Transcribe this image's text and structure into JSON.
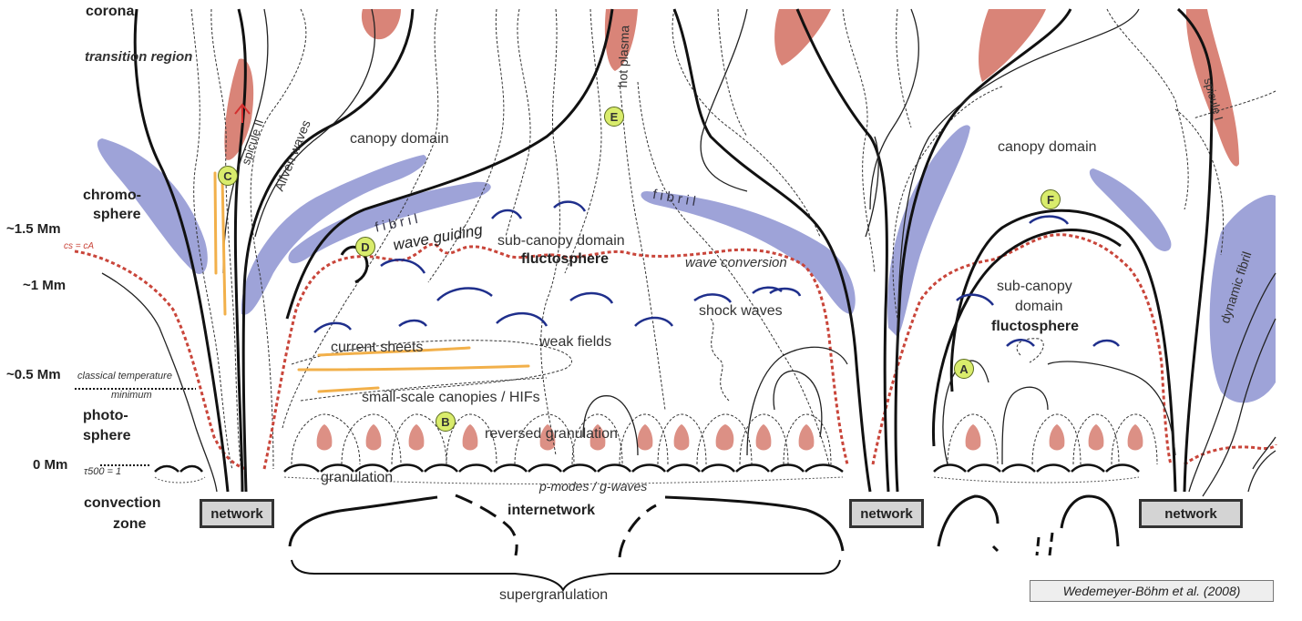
{
  "layers": {
    "corona": "corona",
    "transition_region": "transition region",
    "chromosphere_1": "chromo-",
    "chromosphere_2": "sphere",
    "photosphere_1": "photo-",
    "photosphere_2": "sphere",
    "convection_1": "convection",
    "convection_2": "zone"
  },
  "heights": {
    "h15": "~1.5 Mm",
    "h1": "~1 Mm",
    "h05": "~0.5 Mm",
    "h0": "0 Mm"
  },
  "annotations": {
    "cs_ca": "cs = cA",
    "classical_temp_min_1": "classical temperature",
    "classical_temp_min_2": "minimum",
    "tau500": "τ500 = 1"
  },
  "regions": {
    "canopy_domain_left": "canopy domain",
    "canopy_domain_right": "canopy domain",
    "fibril_left": "fibril",
    "fibril_mid": "fibril",
    "wave_guiding": "wave guiding",
    "sub_canopy_domain": "sub-canopy domain",
    "fluctosphere_left": "fluctosphere",
    "sub_canopy_right_1": "sub-canopy",
    "sub_canopy_right_2": "domain",
    "fluctosphere_right": "fluctosphere",
    "wave_conversion": "wave conversion",
    "shock_waves": "shock waves",
    "weak_fields": "weak fields",
    "current_sheets": "current sheets",
    "small_scale_canopies": "small-scale canopies  /  HIFs",
    "reversed_granulation": "reversed granulation",
    "granulation": "granulation",
    "pmodes": "p-modes / g-waves",
    "internetwork": "internetwork",
    "supergranulation": "supergranulation",
    "alfven_waves": "Alfvén waves",
    "spicule_ii": "spicule II",
    "spicule_i": "spicule I",
    "hot_plasma": "hot plasma",
    "dynamic_fibril": "dynamic fibril"
  },
  "network_boxes": [
    "network",
    "network",
    "network"
  ],
  "markers": [
    "A",
    "B",
    "C",
    "D",
    "E",
    "F"
  ],
  "credit": "Wedemeyer-Böhm et al. (2008)",
  "colors": {
    "fibril_blue": "#9ea3d8",
    "spicule_red": "#d98478",
    "cs_ca_line": "#c9453a",
    "shock_arc": "#1f2f8c",
    "current_sheet": "#f2b04a",
    "marker_fill": "#d9ec6c",
    "network_box": "#d4d4d4"
  }
}
